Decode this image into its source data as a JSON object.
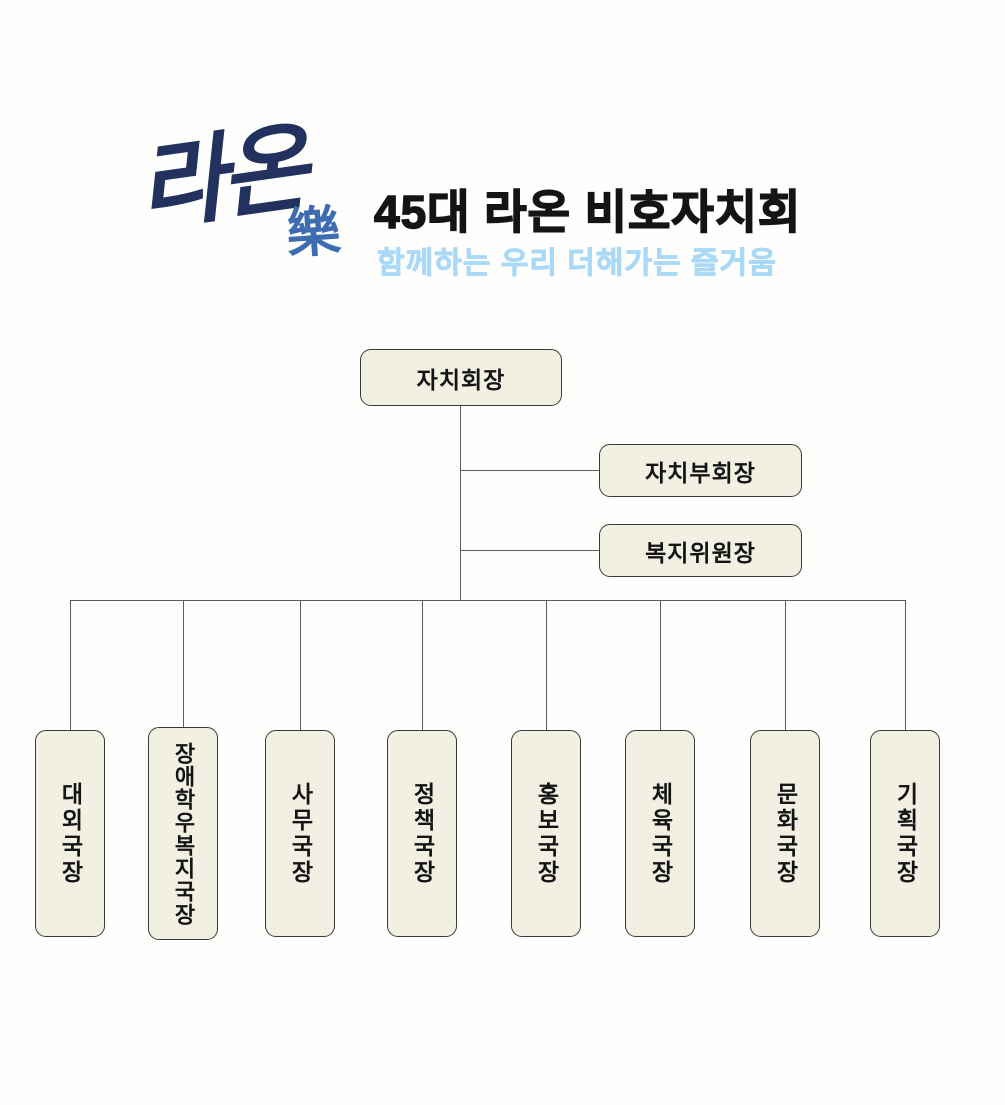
{
  "logo": {
    "script_text": "라온",
    "hanja": "樂"
  },
  "header": {
    "title": "45대 라온 비호자치회",
    "subtitle": "함께하는 우리 더해가는 즐거움"
  },
  "org": {
    "president": {
      "label": "자치회장"
    },
    "vice_president": {
      "label": "자치부회장"
    },
    "welfare_chair": {
      "label": "복지위원장"
    },
    "departments": [
      {
        "label": "대외국장"
      },
      {
        "label": "장애학우복지국장"
      },
      {
        "label": "사무국장"
      },
      {
        "label": "정책국장"
      },
      {
        "label": "홍보국장"
      },
      {
        "label": "체육국장"
      },
      {
        "label": "문화국장"
      },
      {
        "label": "기획국장"
      }
    ]
  },
  "colors": {
    "box_fill": "#f2f0e3",
    "box_border": "#3a3a38",
    "connector": "#5d5d5a",
    "title_text": "#141414",
    "subtitle_text": "#a9d9f7",
    "logo_navy": "#22315e",
    "logo_blue": "#3e6cb0"
  }
}
